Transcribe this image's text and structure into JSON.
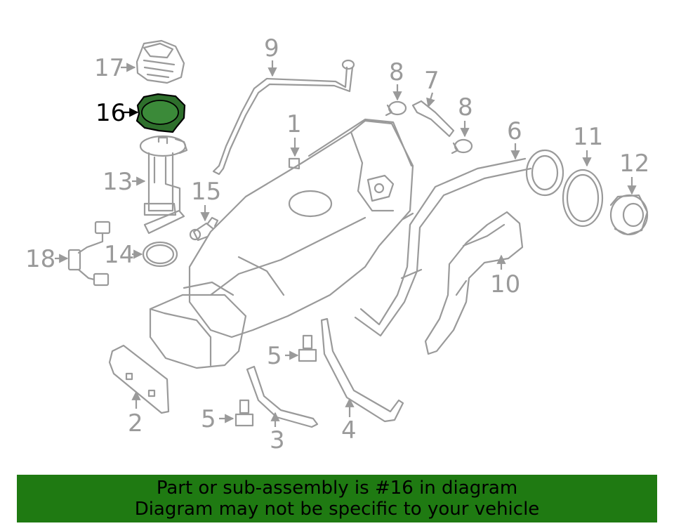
{
  "highlighted_part": "16",
  "callouts": {
    "p1": "1",
    "p2": "2",
    "p3": "3",
    "p4": "4",
    "p5a": "5",
    "p5b": "5",
    "p6": "6",
    "p7": "7",
    "p8a": "8",
    "p8b": "8",
    "p9": "9",
    "p10": "10",
    "p11": "11",
    "p12": "12",
    "p13": "13",
    "p14": "14",
    "p15": "15",
    "p16": "16",
    "p17": "17",
    "p18": "18"
  },
  "banner": {
    "line1": "Part or sub-assembly is #16 in diagram",
    "line2": "Diagram may not be specific to your vehicle"
  },
  "colors": {
    "highlight_fill": "#2e6f2c",
    "banner_background": "#1f7a12",
    "line_gray": "#9a9a9a"
  }
}
